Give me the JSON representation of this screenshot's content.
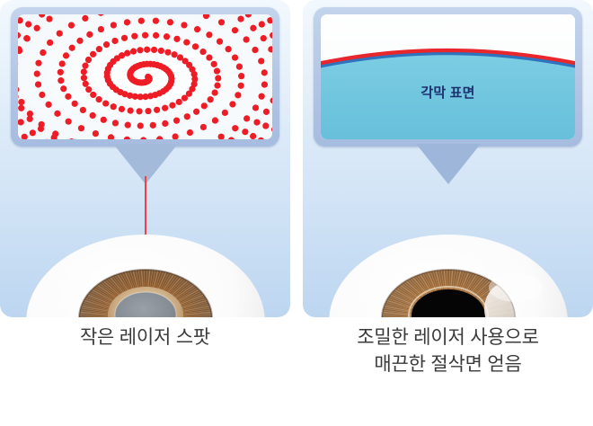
{
  "colors": {
    "panel_bg_top": "#f2f8fd",
    "panel_bg_bottom": "#bdd6f0",
    "callout_border": "#b2c6e4",
    "callout_tail": "#a3bada",
    "laser_red": "#ef4044",
    "cornea_fill": "#6fc5de",
    "cornea_top_line": "#e8262b",
    "cornea_under_line": "#2d73bd",
    "label_navy": "#1d2f6f",
    "caption_gray": "#3a3a3a",
    "iris_brown_dark": "#5a3113",
    "iris_brown_mid": "#8a5222",
    "iris_brown_light": "#b5772f",
    "pupil_hazy_gray": "#8a8f96",
    "pupil_clear_black": "#050505",
    "sclera_white": "#f7f7f7"
  },
  "panels": [
    {
      "id": "left",
      "name": "small-laser-spot-panel",
      "callout": {
        "type": "spiral-dot-pattern",
        "dot_color": "#ee1c25",
        "dot_radius": 3.6,
        "rings": 5,
        "description": "spiral of small red laser spots"
      },
      "laser_beam": true,
      "eye": {
        "pupil_style": "hazy",
        "pupil_color": "#8a8f96",
        "has_limbal_ring": true,
        "has_highlight": false
      },
      "caption_lines": [
        "작은 레이저 스팟"
      ]
    },
    {
      "id": "right",
      "name": "dense-laser-smooth-cut-panel",
      "callout": {
        "type": "cornea-cross-section",
        "label": "각막 표면",
        "fill_color": "#6fc5de",
        "surface_line_color": "#e8262b"
      },
      "laser_beam": false,
      "eye": {
        "pupil_style": "clear",
        "pupil_color": "#050505",
        "has_limbal_ring": true,
        "has_highlight": true
      },
      "caption_lines": [
        "조밀한 레이저 사용으로",
        "매끈한 절삭면 얻음"
      ]
    }
  ],
  "captions": {
    "left": "작은 레이저 스팟",
    "right_line1": "조밀한 레이저 사용으로",
    "right_line2": "매끈한 절삭면 얻음"
  },
  "cornea": {
    "label": "각막 표면"
  }
}
